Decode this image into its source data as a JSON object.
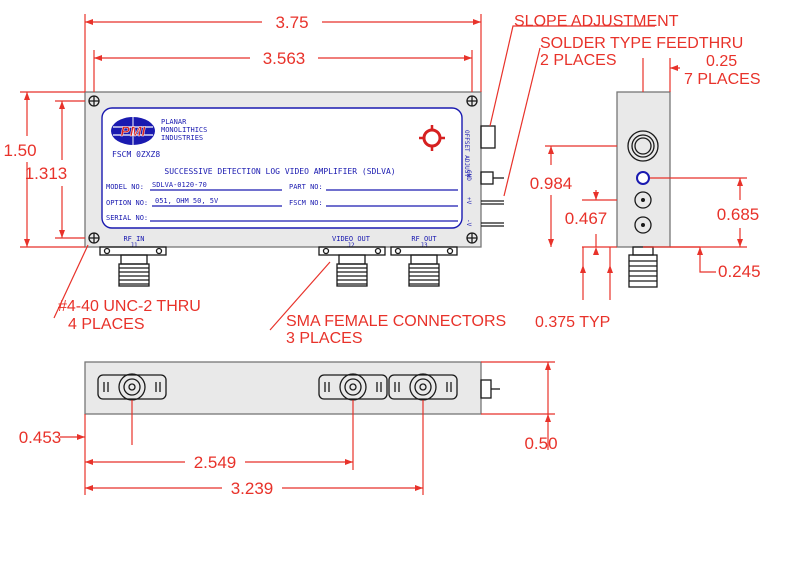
{
  "dimensions": {
    "overall_length": "3.75",
    "hole_spacing_length": "3.563",
    "overall_height": "1.50",
    "hole_spacing_height": "1.313",
    "depth": "0.25",
    "depth_places": "7 PLACES",
    "feedthru_height": "0.984",
    "plus_v_height": "0.685",
    "minus_v_height": "0.467",
    "side_offset": "0.245",
    "connector_offset": "0.375 TYP",
    "j1_offset": "0.453",
    "j2_offset": "2.549",
    "j3_offset": "3.239",
    "bottom_depth": "0.50"
  },
  "callouts": {
    "slope": "SLOPE ADJUSTMENT",
    "feedthru_line1": "SOLDER TYPE FEEDTHRU",
    "feedthru_line2": "2 PLACES",
    "holes_line1": "#4-40 UNC-2 THRU",
    "holes_line2": "4 PLACES",
    "sma_line1": "SMA FEMALE CONNECTORS",
    "sma_line2": "3 PLACES"
  },
  "label_plate": {
    "logo_text": "PMI",
    "company_line1": "PLANAR",
    "company_line2": "MONOLITHICS",
    "company_line3": "INDUSTRIES",
    "fscm": "FSCM 0ZXZ8",
    "product_title": "SUCCESSIVE DETECTION LOG VIDEO AMPLIFIER (SDLVA)",
    "model_label": "MODEL NO:",
    "model_value": "SDLVA-0120-70",
    "part_label": "PART NO:",
    "option_label": "OPTION NO:",
    "option_value": "051, OHM 50, 5V",
    "fscm_label": "FSCM NO:",
    "serial_label": "SERIAL NO:"
  },
  "pins": {
    "offset_adjust": "OFFSET ADJUST",
    "gnd": "GND",
    "plus_v": "+V",
    "minus_v": "-V"
  },
  "connectors": {
    "j1_name": "RF IN",
    "j1_id": "J1",
    "j2_name": "VIDEO OUT",
    "j2_id": "J2",
    "j3_name": "RF OUT",
    "j3_id": "J3"
  },
  "colors": {
    "dimension": "#e8322a",
    "label": "#1a1ab0",
    "outline": "#1a1a1a",
    "logo_red": "#d62020"
  }
}
